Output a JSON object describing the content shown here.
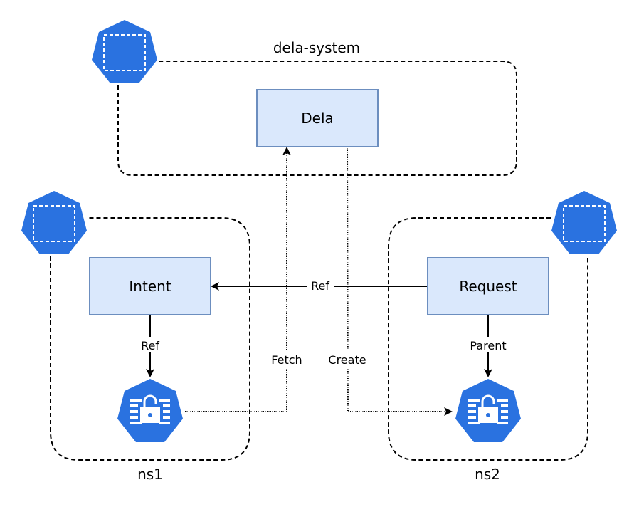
{
  "colors": {
    "node_fill": "#dae8fc",
    "node_stroke": "#6c8ebf",
    "k8s_blue": "#2a72e0",
    "line": "#000000"
  },
  "groups": {
    "system": {
      "label": "dela-system",
      "icon": "kubernetes-namespace-icon"
    },
    "ns1": {
      "label": "ns1",
      "icon": "kubernetes-namespace-icon"
    },
    "ns2": {
      "label": "ns2",
      "icon": "kubernetes-namespace-icon"
    }
  },
  "nodes": {
    "dela": {
      "label": "Dela"
    },
    "intent": {
      "label": "Intent"
    },
    "request": {
      "label": "Request"
    },
    "secret_ns1": {
      "icon": "kubernetes-secret-icon"
    },
    "secret_ns2": {
      "icon": "kubernetes-secret-icon"
    }
  },
  "edges": {
    "request_to_intent": {
      "label": "Ref"
    },
    "intent_to_secret": {
      "label": "Ref"
    },
    "request_to_secret": {
      "label": "Parent"
    },
    "secret_to_dela": {
      "label": "Fetch"
    },
    "dela_to_secret": {
      "label": "Create"
    }
  }
}
